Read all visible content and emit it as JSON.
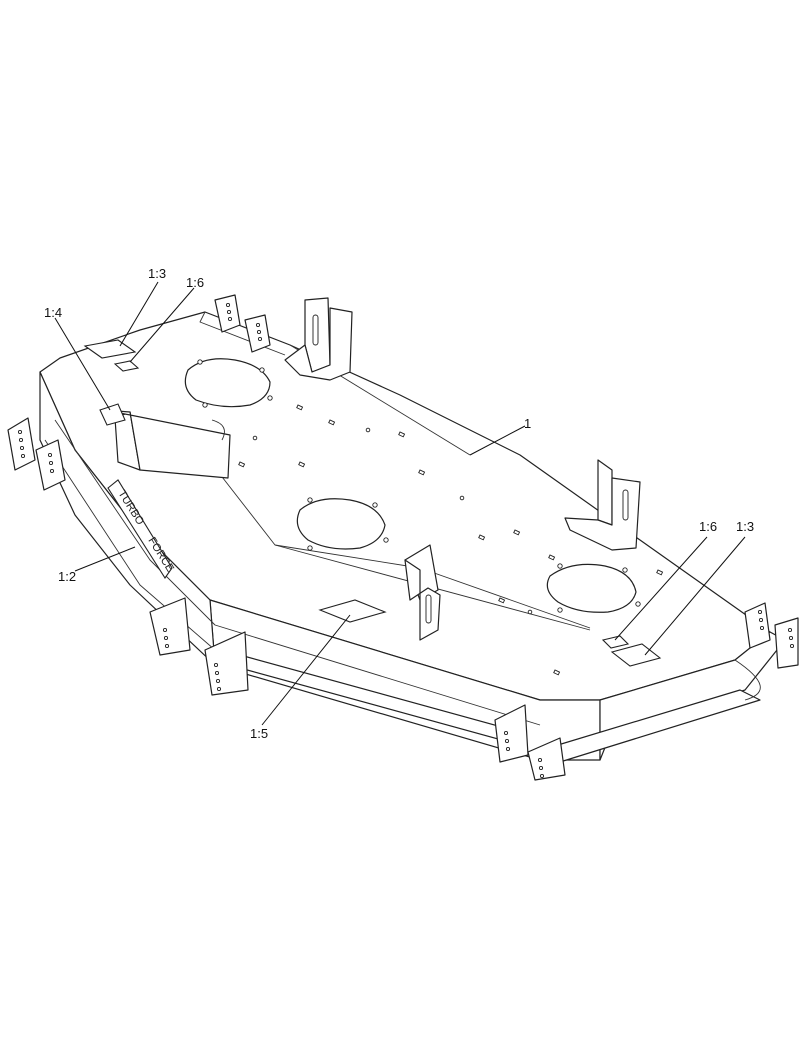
{
  "callouts": [
    {
      "id": "deck",
      "label": "1"
    },
    {
      "id": "decal-left-top",
      "label": "1:3"
    },
    {
      "id": "decal-left-small",
      "label": "1:6"
    },
    {
      "id": "decal-left-side",
      "label": "1:4"
    },
    {
      "id": "side-brand-decal",
      "label": "1:2"
    },
    {
      "id": "decal-front-center",
      "label": "1:5"
    },
    {
      "id": "decal-right-small",
      "label": "1:6"
    },
    {
      "id": "decal-right-top",
      "label": "1:3"
    }
  ],
  "brand_text": {
    "word1": "TURBO",
    "word2": "FORCE"
  }
}
